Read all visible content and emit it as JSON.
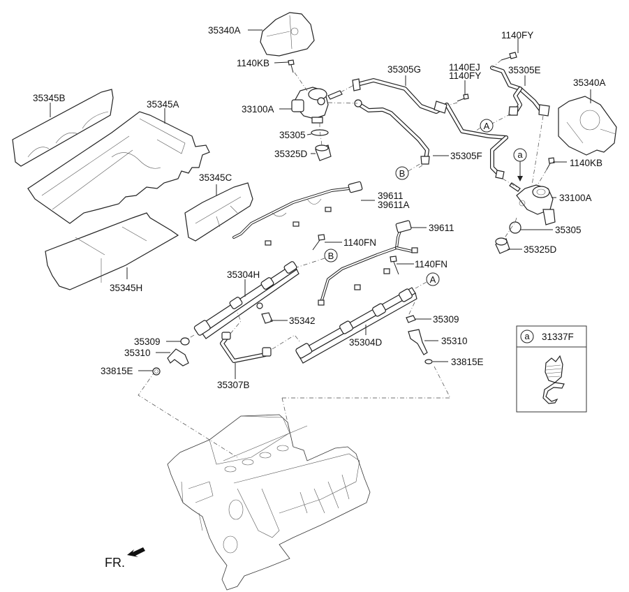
{
  "diagram": {
    "title": "Fuel injection system exploded parts diagram",
    "front_indicator": "FR.",
    "part_labels": {
      "cover_top_left": "35340A",
      "bolt_left": "1140KB",
      "pump_left": "33100A",
      "oring_left": "35305",
      "lifter_left": "35325D",
      "pipe_g": "35305G",
      "bolt_ej": "1140EJ",
      "bolt_fy_mid": "1140FY",
      "bolt_fy_top": "1140FY",
      "pipe_e": "35305E",
      "cover_right": "35340A",
      "pipe_f": "35305F",
      "bolt_right": "1140KB",
      "pump_right": "33100A",
      "oring_right": "35305",
      "lifter_right": "35325D",
      "cover_b": "35345B",
      "cover_a": "35345A",
      "cover_c": "35345C",
      "cover_h": "35345H",
      "harness_left_1": "39611",
      "harness_left_2": "39611A",
      "harness_right": "39611",
      "bolt_fn_left": "1140FN",
      "bolt_fn_right": "1140FN",
      "rail_h": "35304H",
      "sensor": "35342",
      "rail_d": "35304D",
      "clip_left": "35309",
      "injector_left": "35310",
      "seal_left": "33815E",
      "pipe_b": "35307B",
      "clip_right": "35309",
      "injector_right": "35310",
      "seal_right": "33815E"
    },
    "reference_markers": {
      "A": "A",
      "B": "B",
      "a": "a"
    },
    "legend_box": {
      "marker": "a",
      "part_number": "31337F"
    }
  }
}
